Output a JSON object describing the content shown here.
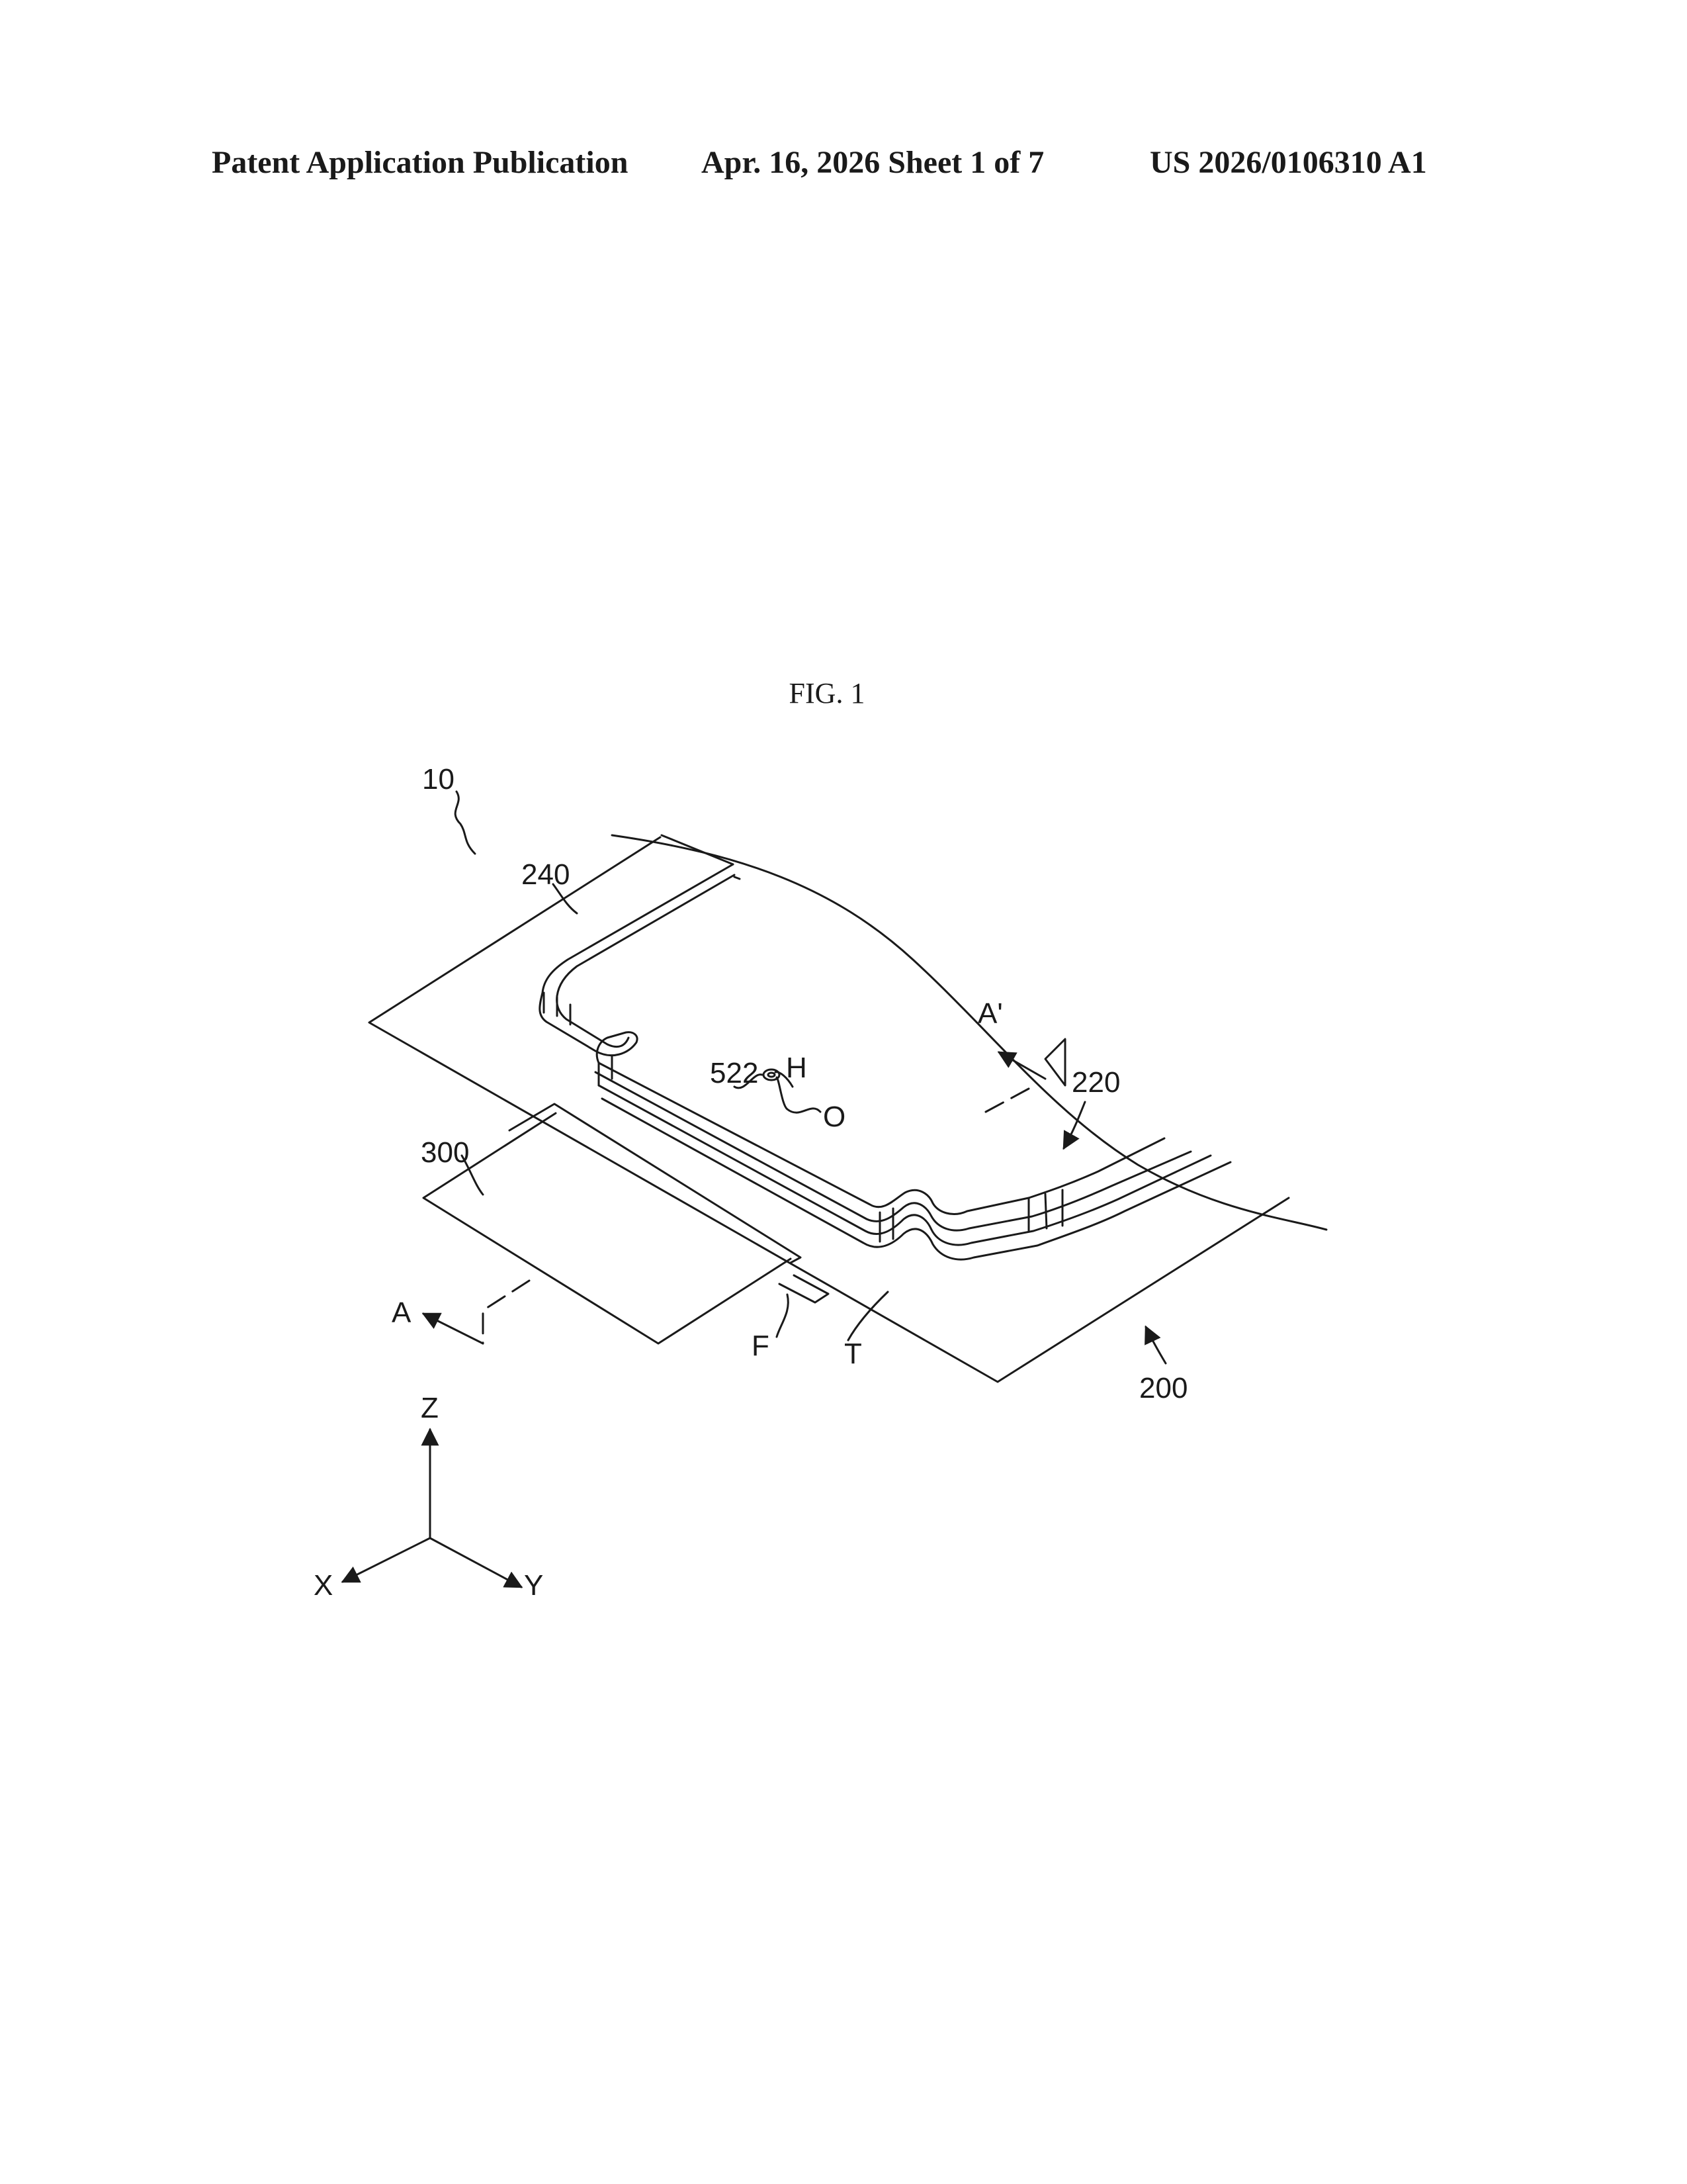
{
  "header": {
    "publication": "Patent Application Publication",
    "date_sheet": "Apr. 16, 2026  Sheet 1 of 7",
    "number": "US 2026/0106310 A1"
  },
  "figure": {
    "title": "FIG. 1",
    "labels": {
      "device": "10",
      "edge_region": "240",
      "display_area": "220",
      "section_end": "A'",
      "section_start": "A",
      "hole_ref": "522",
      "hole": "H",
      "optical_axis": "O",
      "board": "300",
      "film": "F",
      "transparent": "T",
      "panel": "200"
    },
    "axes": {
      "z": "Z",
      "x": "X",
      "y": "Y"
    }
  }
}
